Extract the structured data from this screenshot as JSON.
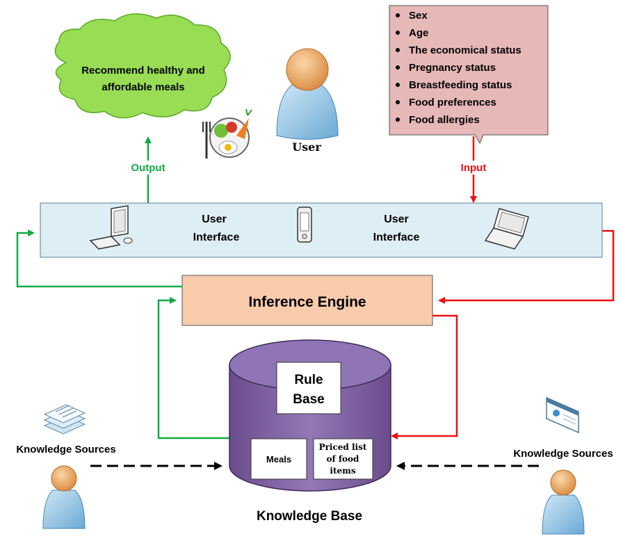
{
  "cloud": {
    "text_line1": "Recommend healthy and",
    "text_line2": "affordable meals"
  },
  "user_label": "User",
  "input_box": {
    "items": [
      "Sex",
      "Age",
      "The economical status",
      "Pregnancy status",
      "Breastfeeding status",
      "Food preferences",
      "Food allergies"
    ]
  },
  "output_label": "Output",
  "input_label": "Input",
  "ui_bar": {
    "label1_line1": "User",
    "label1_line2": "Interface",
    "label2_line1": "User",
    "label2_line2": "Interface"
  },
  "inference_engine": "Inference Engine",
  "knowledge_base": {
    "title": "Knowledge Base",
    "rule_base_line1": "Rule",
    "rule_base_line2": "Base",
    "meals": "Meals",
    "priced_line1": "Priced list",
    "priced_line2": "of food",
    "priced_line3": "items"
  },
  "knowledge_sources_left": "Knowledge Sources",
  "knowledge_sources_right": "Knowledge  Sources",
  "colors": {
    "cloud": "#99dd55",
    "input_box": "#e6b8b7",
    "ui_bar": "#deeef5",
    "inference": "#f8cbad",
    "cylinder": "#8064a2",
    "green_arrow": "#11aa44",
    "red_arrow": "#ee1111"
  }
}
